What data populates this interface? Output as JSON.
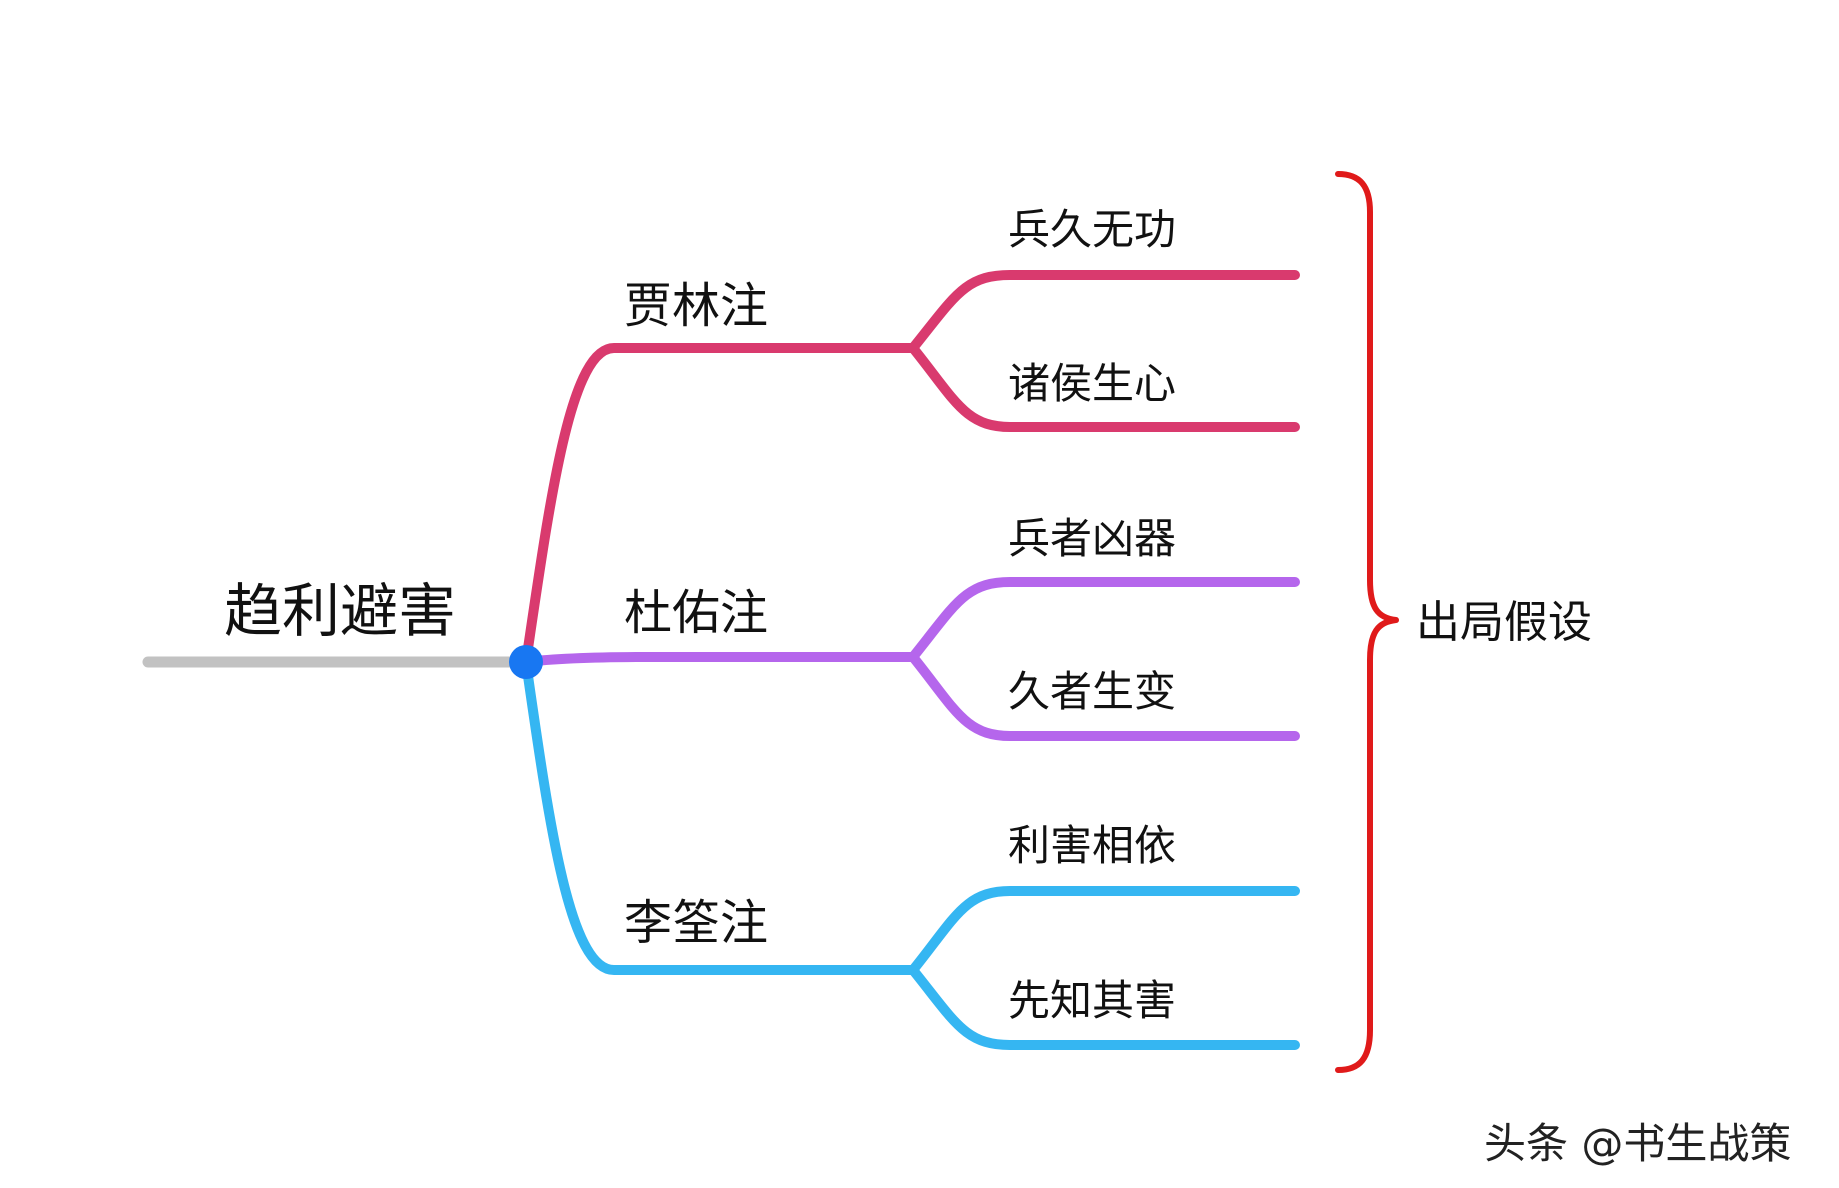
{
  "root": {
    "label": "趋利避害",
    "color": "#c2c2c2",
    "dot_color": "#1877f2"
  },
  "branches": [
    {
      "label": "贾林注",
      "color": "#d93a6e",
      "leaves": [
        "兵久无功",
        "诸侯生心"
      ]
    },
    {
      "label": "杜佑注",
      "color": "#b566ec",
      "leaves": [
        "兵者凶器",
        "久者生变"
      ]
    },
    {
      "label": "李筌注",
      "color": "#35b6f2",
      "leaves": [
        "利害相依",
        "先知其害"
      ]
    }
  ],
  "bracket": {
    "label": "出局假设",
    "color": "#e01a1a"
  },
  "watermark": {
    "label": "头条 @书生战策"
  }
}
